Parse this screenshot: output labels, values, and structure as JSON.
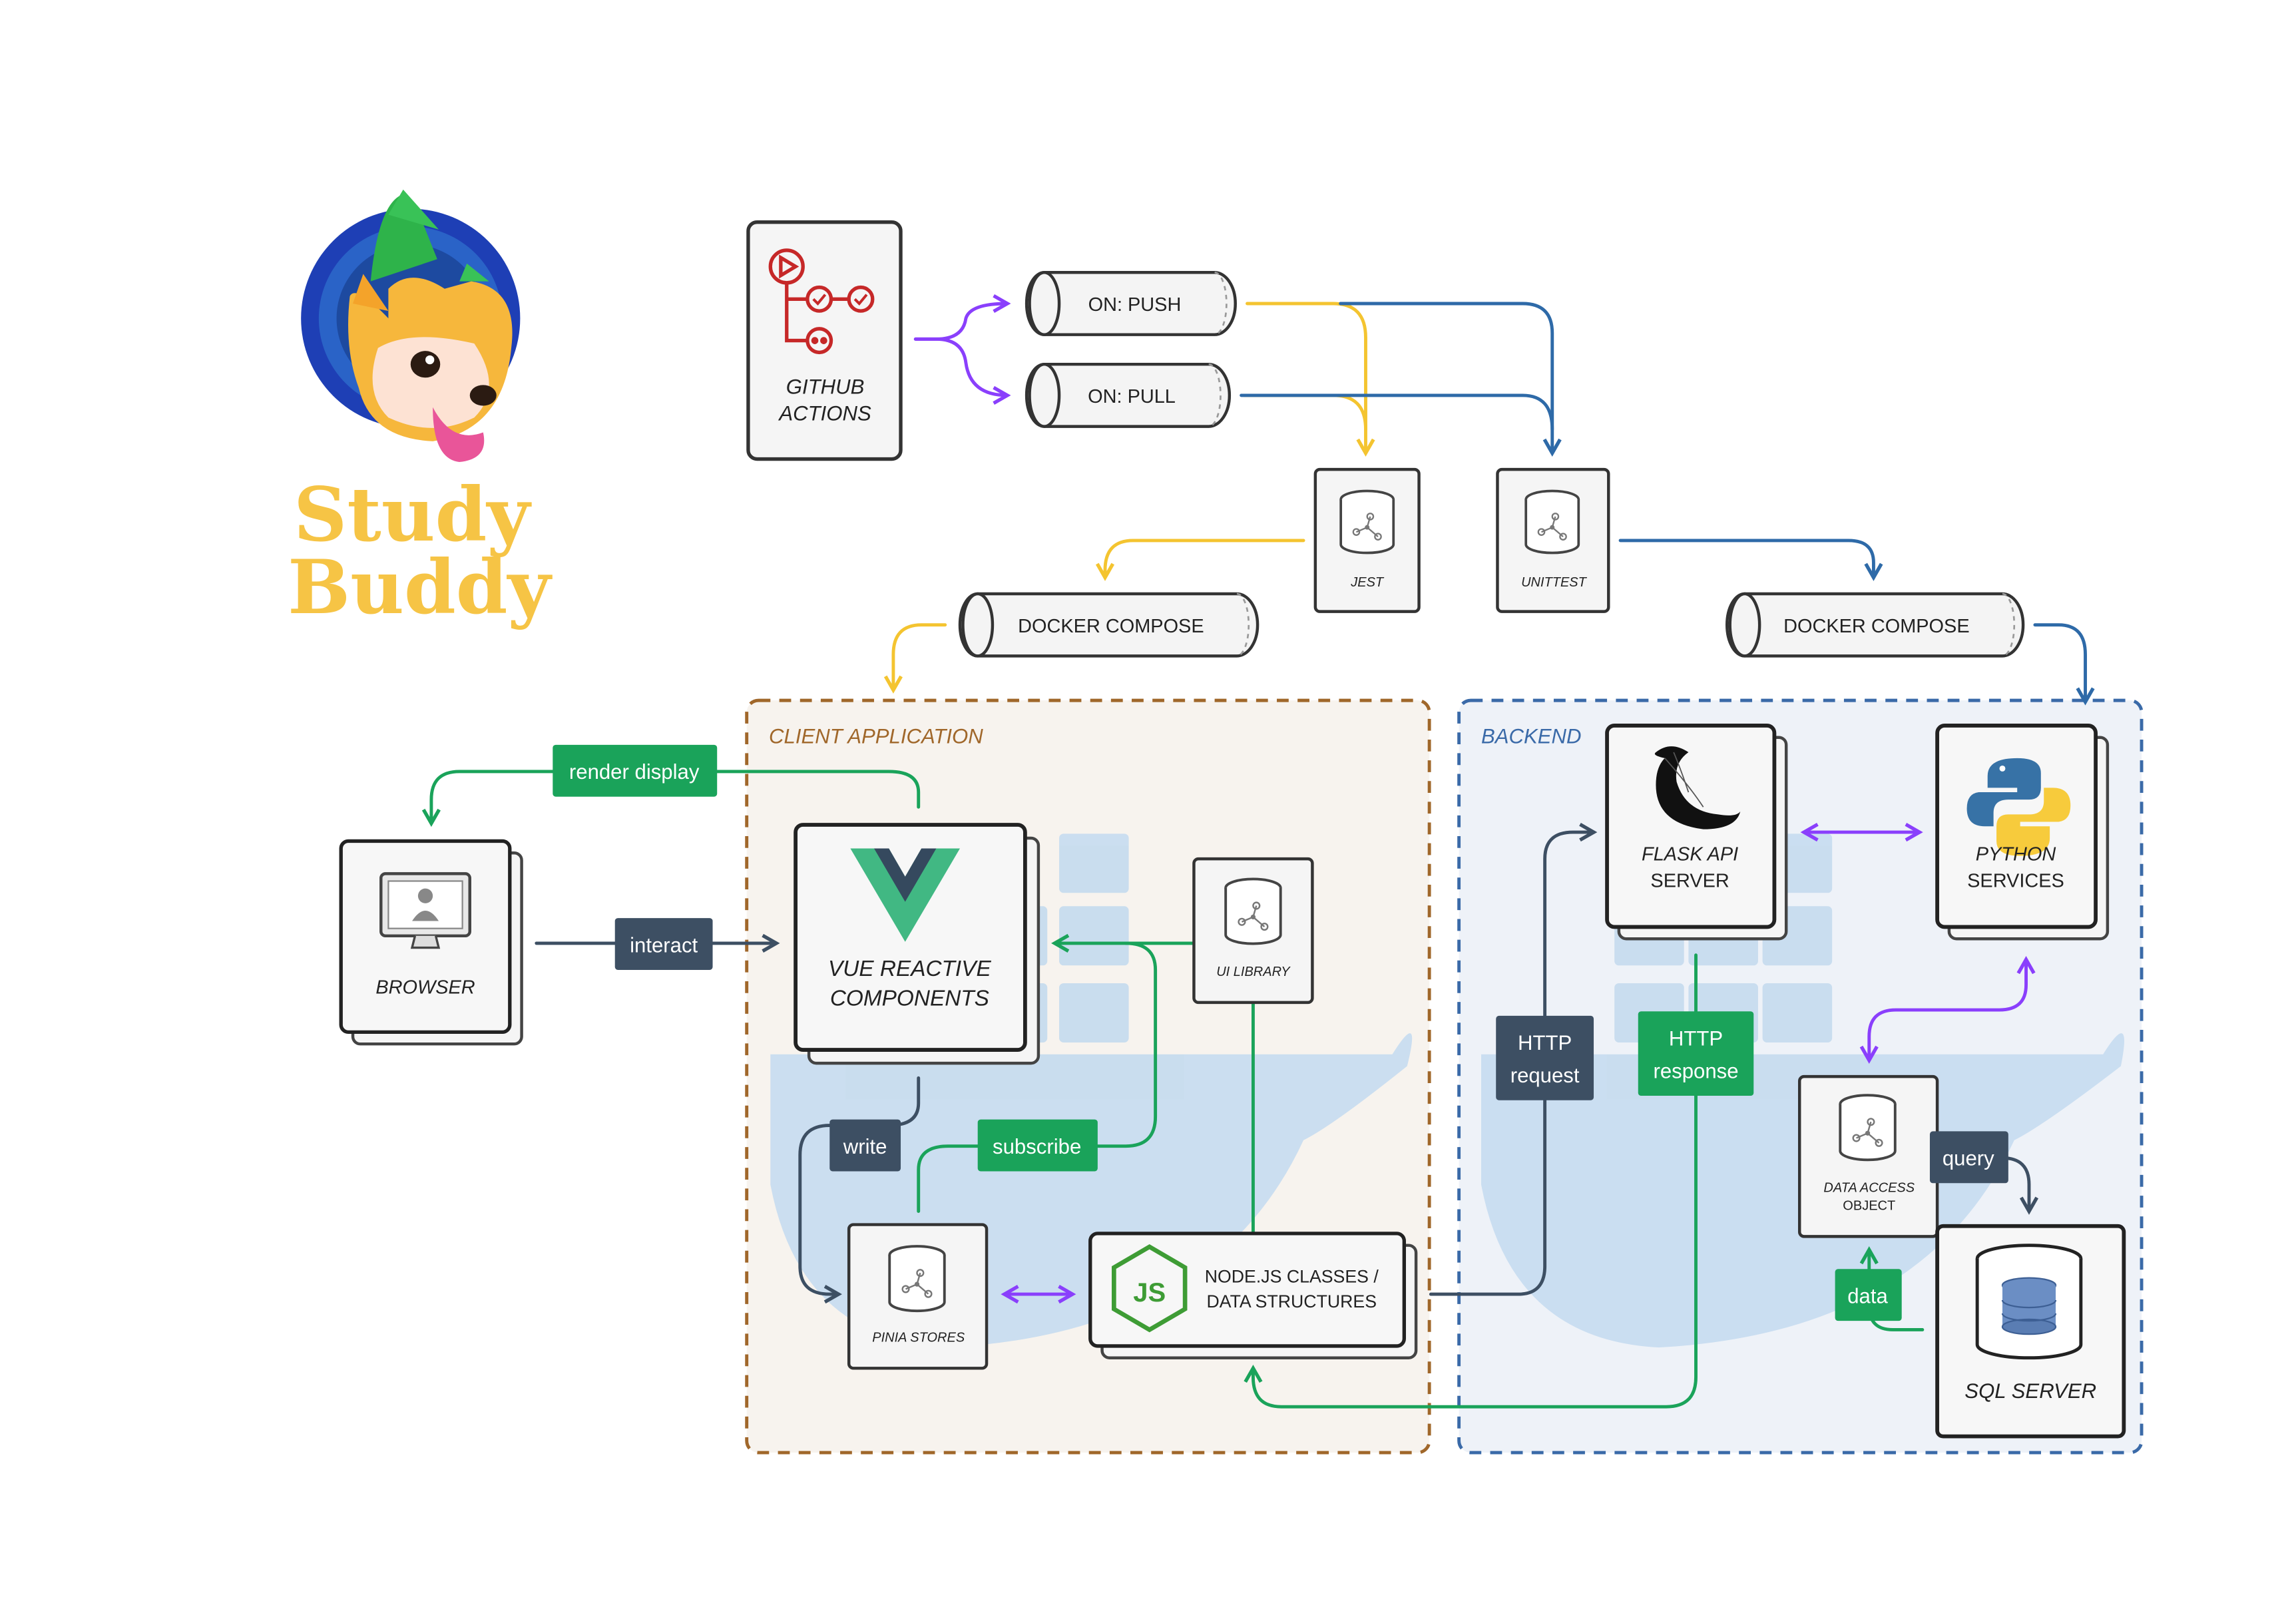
{
  "logo": {
    "line1": "Study",
    "line2": "Buddy"
  },
  "pipeline": {
    "github_actions": {
      "line1": "GITHUB",
      "line2": "ACTIONS"
    },
    "on_push": "ON: PUSH",
    "on_pull": "ON: PULL",
    "jest": "JEST",
    "unittest": "UNITTEST",
    "docker_compose_client": "DOCKER COMPOSE",
    "docker_compose_backend": "DOCKER COMPOSE"
  },
  "client": {
    "group_label": "CLIENT APPLICATION",
    "browser": "BROWSER",
    "vue": {
      "line1": "VUE REACTIVE",
      "line2": "COMPONENTS"
    },
    "ui_library": "UI LIBRARY",
    "pinia": "PINIA STORES",
    "node": {
      "line1": "NODE.JS CLASSES /",
      "line2": "DATA STRUCTURES"
    }
  },
  "backend": {
    "group_label": "BACKEND",
    "flask": {
      "line1": "FLASK API",
      "line2": "SERVER"
    },
    "python": {
      "line1": "PYTHON",
      "line2": "SERVICES"
    },
    "dao": {
      "line1": "DATA ACCESS",
      "line2": "OBJECT"
    },
    "sql": "SQL SERVER"
  },
  "edge_labels": {
    "render_display": "render display",
    "interact": "interact",
    "write": "write",
    "subscribe": "subscribe",
    "http_request": {
      "line1": "HTTP",
      "line2": "request"
    },
    "http_response": {
      "line1": "HTTP",
      "line2": "response"
    },
    "query": "query",
    "data": "data"
  },
  "icons": {
    "github_actions": "github-actions-icon",
    "browser": "monitor-user-icon",
    "vue": "vue-logo-icon",
    "node": "nodejs-logo-icon",
    "flask": "flask-logo-icon",
    "python": "python-logo-icon",
    "sql": "database-icon",
    "component": "cylinder-network-icon",
    "mascot": "corgi-mascot-icon"
  },
  "colors": {
    "yellow": "#f4c430",
    "blue": "#2e6aa8",
    "purple": "#8a3ffc",
    "green": "#1aa35a",
    "slate": "#3d4f63",
    "client_border": "#a0672a",
    "backend_border": "#3a6aa8",
    "client_fill": "#f7f3ee",
    "backend_fill": "#eef2f8",
    "docker_whale": "#c5dbef"
  }
}
